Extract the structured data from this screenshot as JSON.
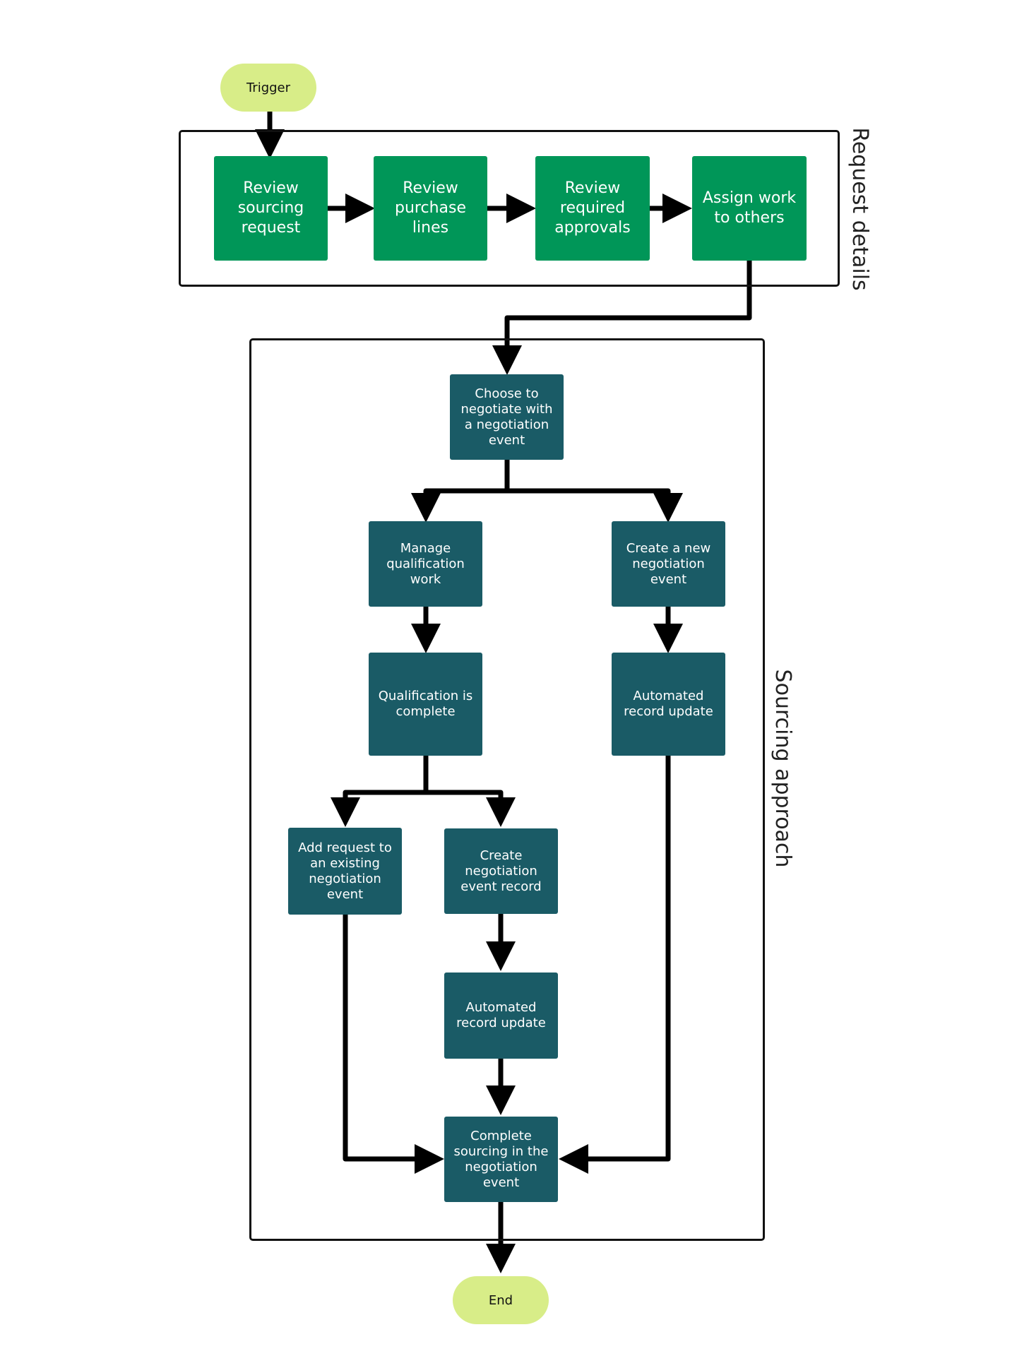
{
  "lanes": {
    "request_details": "Request details",
    "sourcing_approach": "Sourcing approach"
  },
  "nodes": {
    "trigger": "Trigger",
    "review_sourcing": "Review sourcing request",
    "review_purchase": "Review purchase lines",
    "review_approvals": "Review required approvals",
    "assign_work": "Assign work to others",
    "choose_negotiate": "Choose to negotiate with a negotiation event",
    "manage_qualification": "Manage qualification work",
    "create_new_event": "Create a new negotiation event",
    "qualification_complete": "Qualification is complete",
    "automated_update_right": "Automated record update",
    "add_request_existing": "Add request to an existing negotiation event",
    "create_event_record": "Create negotiation event record",
    "automated_update_center": "Automated record update",
    "complete_sourcing": "Complete sourcing in the negotiation event",
    "end": "End"
  },
  "colors": {
    "request_step": "#009658",
    "sourcing_step": "#1a5b66",
    "terminal": "#d8ed88",
    "connector": "#000000"
  }
}
